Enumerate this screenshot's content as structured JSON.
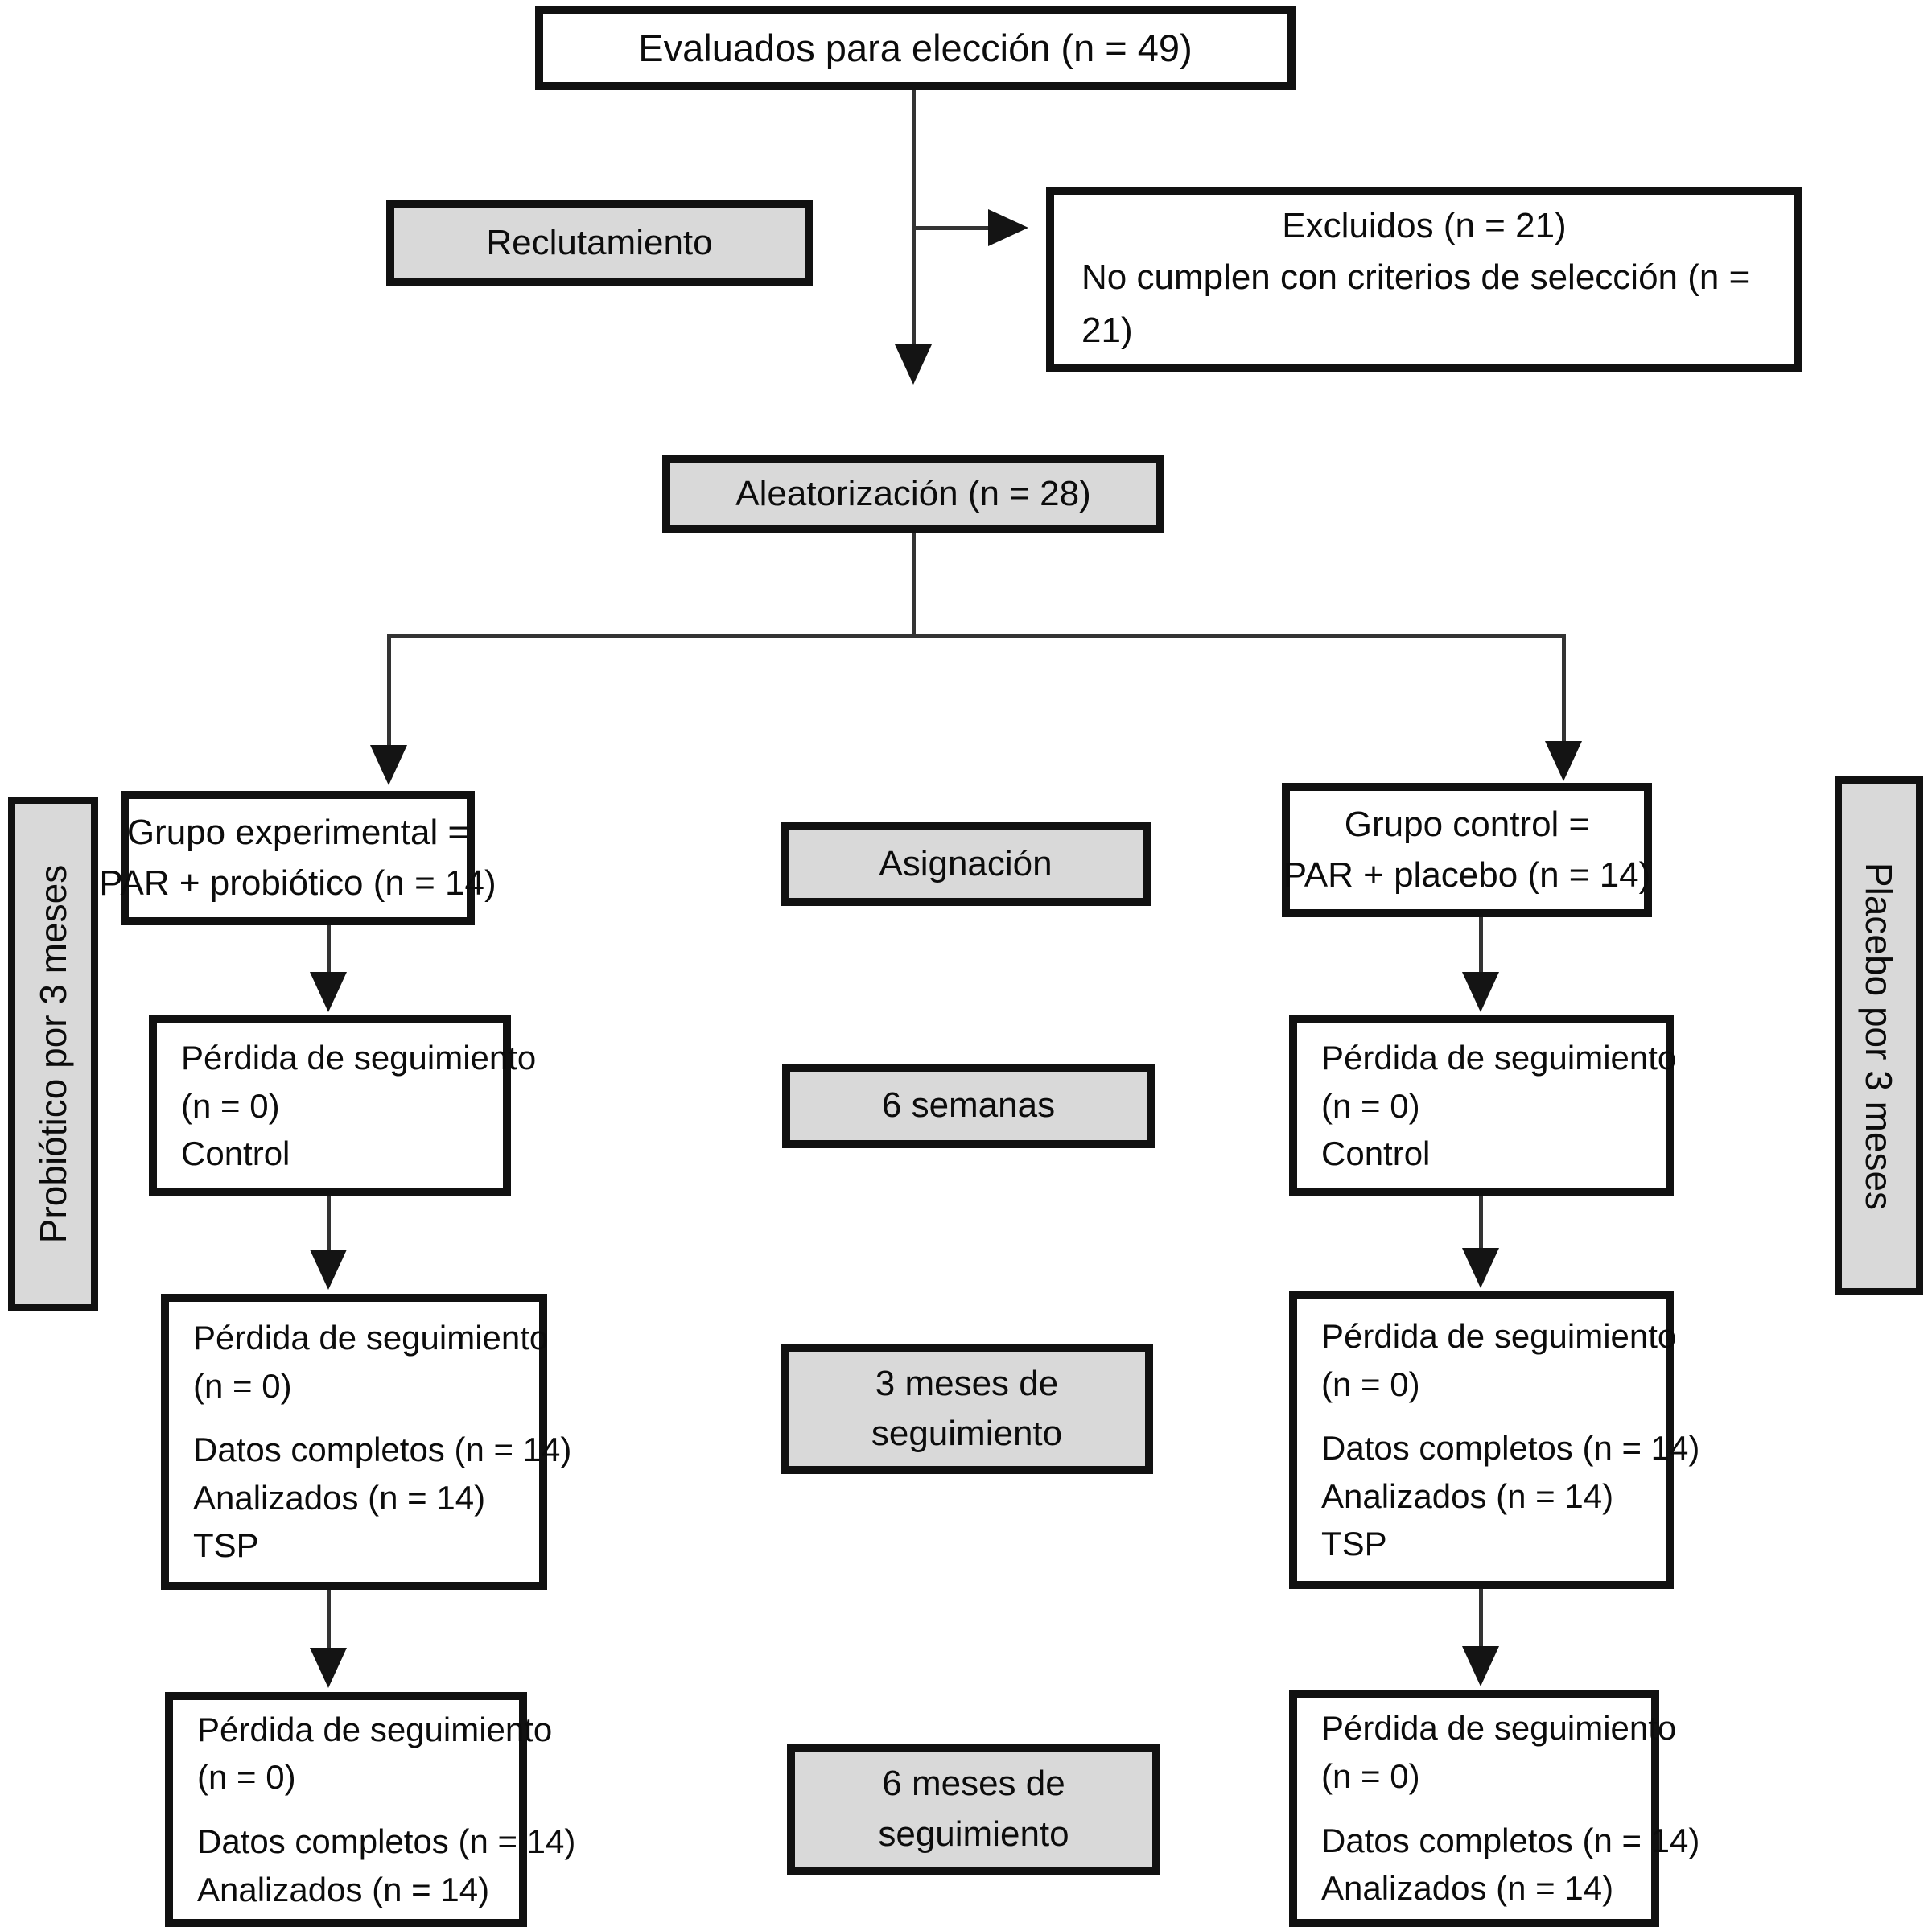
{
  "figure": {
    "type": "flow-diagram",
    "colors": {
      "gray_fill": "#d9d9d9",
      "white_fill": "#ffffff",
      "box_border": "#111111",
      "connector": "#333333"
    },
    "boxes": {
      "assessed": {
        "text": "Evaluados para elección (n = 49)"
      },
      "recruitment": {
        "text": "Reclutamiento"
      },
      "excluded": {
        "title": "Excluidos (n = 21)",
        "body": "No cumplen con criterios de selección (n = 21)"
      },
      "randomization": {
        "text": "Aleatorización (n = 28)"
      },
      "experimental_group": {
        "line1": "Grupo experimental =",
        "line2": "PAR + probiótico (n = 14)"
      },
      "assignment": {
        "text": "Asignación"
      },
      "control_group": {
        "line1": "Grupo control =",
        "line2": "PAR + placebo (n = 14)"
      },
      "probiotic_side_label": {
        "text": "Probiótico por 3 meses"
      },
      "placebo_side_label": {
        "text": "Placebo por 3 meses"
      },
      "experimental_6_weeks": {
        "lines": [
          "Pérdida de seguimiento",
          "(n = 0)",
          "Control"
        ]
      },
      "stage_6_weeks": {
        "text": "6 semanas"
      },
      "control_6_weeks": {
        "lines": [
          "Pérdida de seguimiento",
          "(n = 0)",
          "Control"
        ]
      },
      "experimental_3_months": {
        "lines": [
          "Pérdida de seguimiento",
          "(n = 0)",
          "Datos completos (n = 14)",
          "Analizados (n = 14)",
          "TSP"
        ]
      },
      "stage_3_months": {
        "line1": "3 meses de",
        "line2": "seguimiento"
      },
      "control_3_months": {
        "lines": [
          "Pérdida de seguimiento",
          "(n = 0)",
          "Datos completos (n = 14)",
          "Analizados (n = 14)",
          "TSP"
        ]
      },
      "experimental_6_months": {
        "lines": [
          "Pérdida de seguimiento",
          "(n = 0)",
          "Datos completos (n = 14)",
          "Analizados (n = 14)"
        ]
      },
      "stage_6_months": {
        "line1": "6 meses de",
        "line2": "seguimiento"
      },
      "control_6_months": {
        "lines": [
          "Pérdida de seguimiento",
          "(n = 0)",
          "Datos completos (n = 14)",
          "Analizados (n = 14)"
        ]
      }
    }
  }
}
